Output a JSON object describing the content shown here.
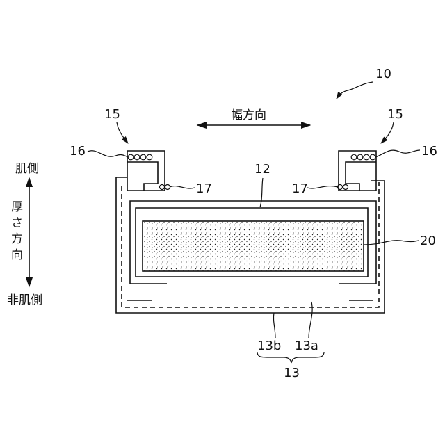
{
  "labels": {
    "ref_10": "10",
    "ref_15_left": "15",
    "ref_15_right": "15",
    "ref_16_left": "16",
    "ref_16_right": "16",
    "ref_17_left": "17",
    "ref_17_right": "17",
    "ref_12": "12",
    "ref_20": "20",
    "ref_13b": "13b",
    "ref_13a": "13a",
    "ref_13": "13",
    "width_direction": "幅方向",
    "skin_side": "肌側",
    "non_skin_side": "非肌側",
    "thickness_direction": [
      "厚",
      "さ",
      "方",
      "向"
    ]
  }
}
